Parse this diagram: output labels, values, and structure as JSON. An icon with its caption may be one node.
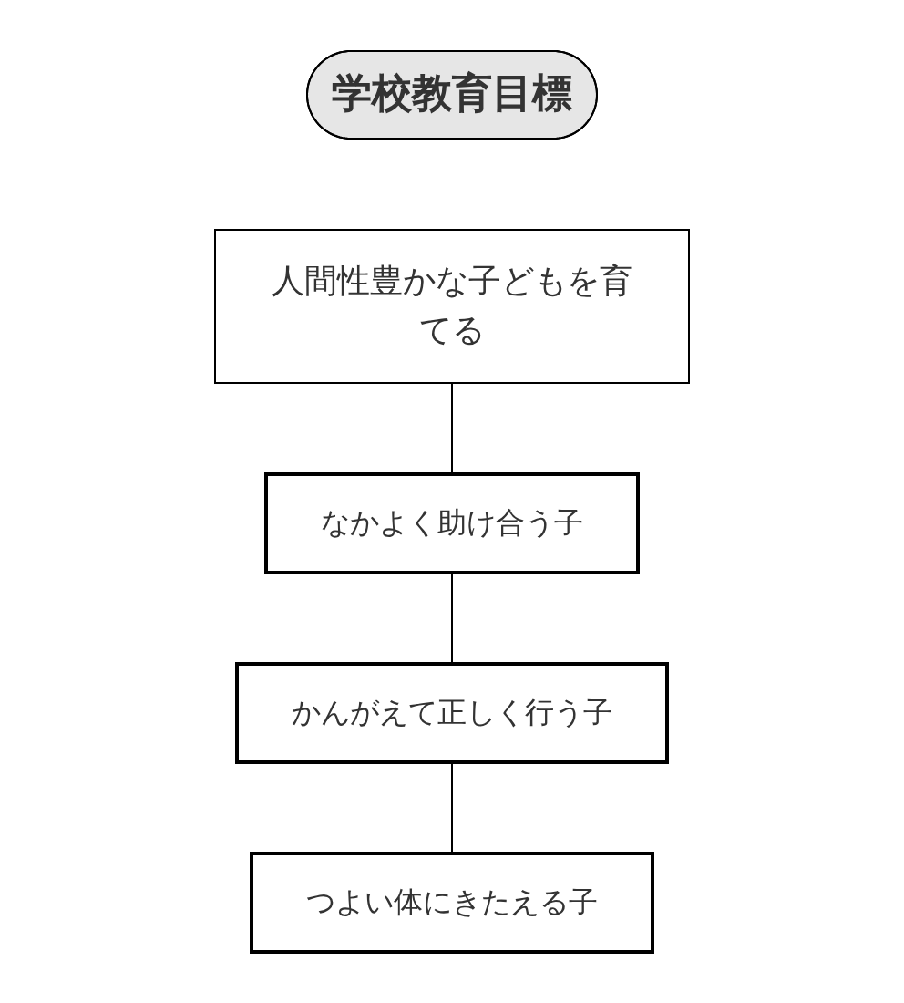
{
  "diagram": {
    "nodes": [
      {
        "text": [
          "学校教育目標"
        ]
      },
      {
        "text": [
          "人間性豊かな子どもを育てる"
        ]
      },
      {
        "text": [
          "なかよく助け合う子"
        ]
      },
      {
        "text": [
          "かんがえて正しく行う子"
        ]
      },
      {
        "text": [
          "つよい体にきたえる子"
        ]
      }
    ],
    "edges": [
      {
        "from": 1,
        "to": 2,
        "arrow": "none"
      },
      {
        "from": 2,
        "to": 3,
        "arrow": "none"
      },
      {
        "from": 3,
        "to": 4,
        "arrow": "none"
      }
    ]
  }
}
